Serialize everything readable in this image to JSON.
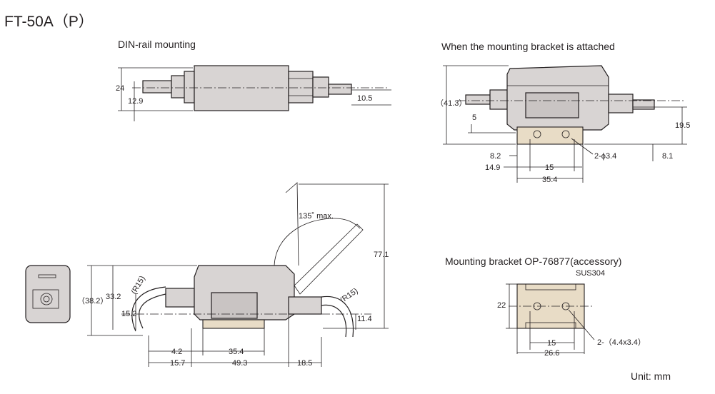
{
  "title": "FT-50A（P）",
  "views": {
    "din_rail": {
      "heading": "DIN-rail mounting",
      "dims": {
        "height": "24",
        "cable_offset": "12.9",
        "right_offset": "10.5"
      }
    },
    "bracket_attached": {
      "heading": "When the mounting bracket is attached",
      "dims": {
        "height": "（41.3）",
        "d5": "5",
        "d19_5": "19.5",
        "d8_2": "8.2",
        "hole": "2-ϕ3.4",
        "d8_1": "8.1",
        "d14_9": "14.9",
        "d15": "15",
        "d35_4": "35.4"
      }
    },
    "side": {
      "dims": {
        "angle": "135˚ max.",
        "d77_1": "77.1",
        "r15_left": "(R15)",
        "r15_right": "(R15)",
        "d38_2": "（38.2）",
        "d33_2": "33.2",
        "d15_2": "15.2",
        "d11_4": "11.4",
        "d4_2": "4.2",
        "d35_4": "35.4",
        "d15_7": "15.7",
        "d49_3": "49.3",
        "d18_5": "18.5"
      }
    },
    "accessory": {
      "heading": "Mounting bracket OP-76877(accessory)",
      "material": "SUS304",
      "dims": {
        "d22": "22",
        "d15": "15",
        "d26_6": "26.6",
        "holes": "2-（4.4x3.4）"
      }
    }
  },
  "unit": "Unit: mm"
}
